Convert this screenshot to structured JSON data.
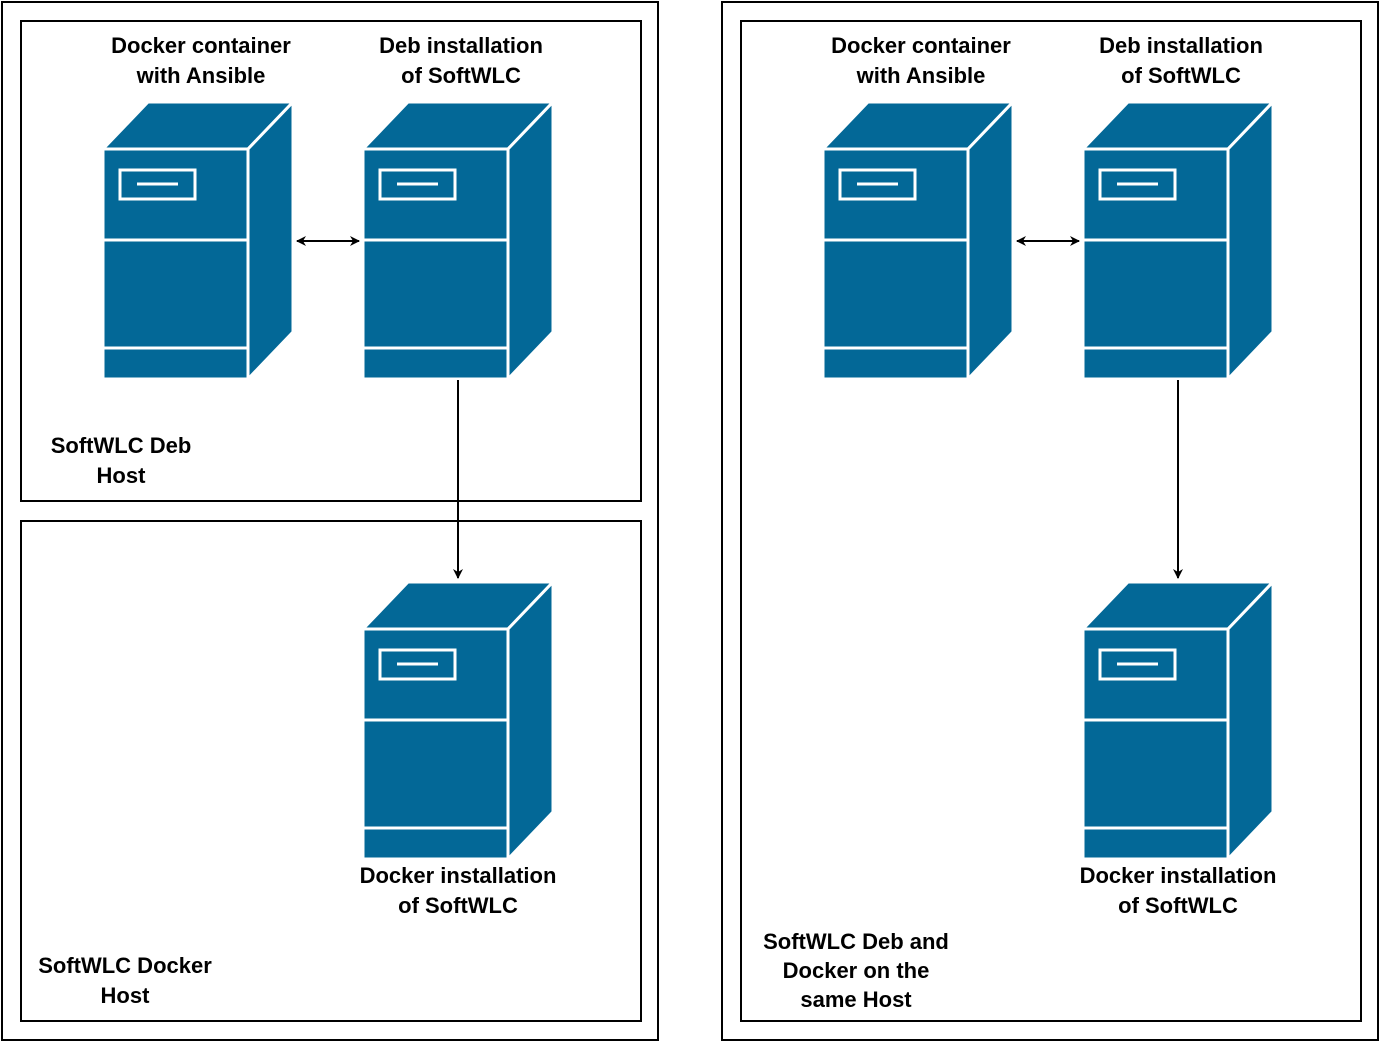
{
  "left_diagram": {
    "deb_host": {
      "ansible_label": [
        "Docker container",
        "with Ansible"
      ],
      "deb_label": [
        "Deb installation",
        "of SoftWLC"
      ],
      "host_label": [
        "SoftWLC Deb",
        "Host"
      ]
    },
    "docker_host": {
      "docker_label": [
        "Docker installation",
        "of SoftWLC"
      ],
      "host_label": [
        "SoftWLC Docker",
        "Host"
      ]
    }
  },
  "right_diagram": {
    "ansible_label": [
      "Docker container",
      "with Ansible"
    ],
    "deb_label": [
      "Deb installation",
      "of SoftWLC"
    ],
    "docker_label": [
      "Docker installation",
      "of SoftWLC"
    ],
    "host_label": [
      "SoftWLC Deb and",
      "Docker on the",
      "same Host"
    ]
  },
  "colors": {
    "server_fill": "#036897",
    "server_stroke": "#ffffff",
    "line": "#000000"
  },
  "icons": [
    "server-icon"
  ]
}
